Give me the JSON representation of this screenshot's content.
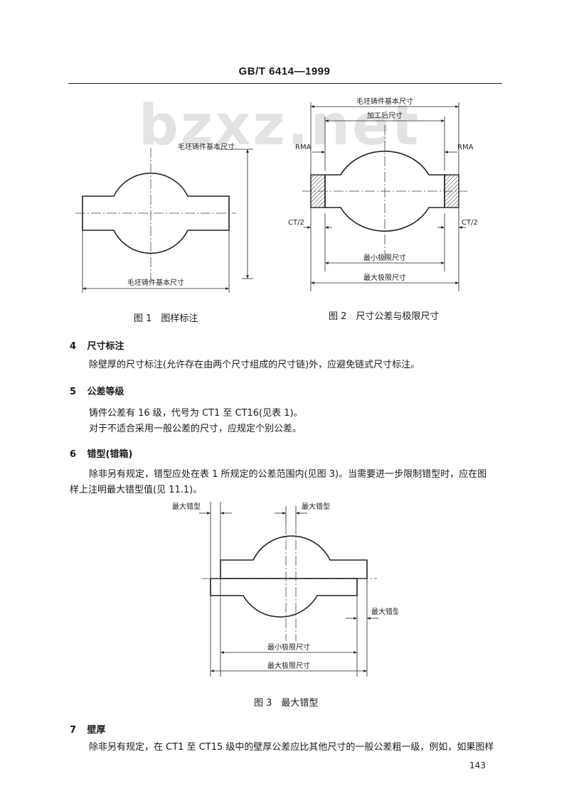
{
  "header": {
    "standard": "GB/T 6414—1999"
  },
  "watermark": "bzxz.net",
  "figure1": {
    "caption": "图 1　图样标注",
    "label_top": "毛坯铸件基本尺寸",
    "label_bottom": "毛坯铸件基本尺寸"
  },
  "figure2": {
    "caption": "图 2　尺寸公差与极限尺寸",
    "label_top": "毛坯铸件基本尺寸",
    "label_machined": "加工后尺寸",
    "label_rma_left": "RMA",
    "label_rma_right": "RMA",
    "label_ct_left": "CT/2",
    "label_ct_right": "CT/2",
    "label_min": "最小极限尺寸",
    "label_max": "最大极限尺寸"
  },
  "sections": [
    {
      "num": "4",
      "title": "尺寸标注"
    },
    {
      "num": "5",
      "title": "公差等级"
    },
    {
      "num": "6",
      "title": "错型(错箱)"
    },
    {
      "num": "7",
      "title": "壁厚"
    }
  ],
  "paragraphs": {
    "s4": "除壁厚的尺寸标注(允许存在由两个尺寸组成的尺寸链)外，应避免链式尺寸标注。",
    "s5_1": "铸件公差有 16 级，代号为 CT1 至 CT16(见表 1)。",
    "s5_2": "对于不适合采用一般公差的尺寸，应规定个别公差。",
    "s6_1": "除非另有规定，错型应处在表 1 所规定的公差范围内(见图 3)。当需要进一步限制错型时，应在图",
    "s6_2": "样上注明最大错型值(见 11.1)。",
    "s7_1": "除非另有规定，在 CT1 至 CT15 级中的壁厚公差应比其他尺寸的一般公差粗一级，例如，如果图样"
  },
  "figure3": {
    "caption": "图 3　最大错型",
    "label_left": "最大错型",
    "label_top": "最大错型",
    "label_right": "最大错型",
    "label_min": "最小极限尺寸",
    "label_max": "最大极限尺寸"
  },
  "page_number": "143"
}
